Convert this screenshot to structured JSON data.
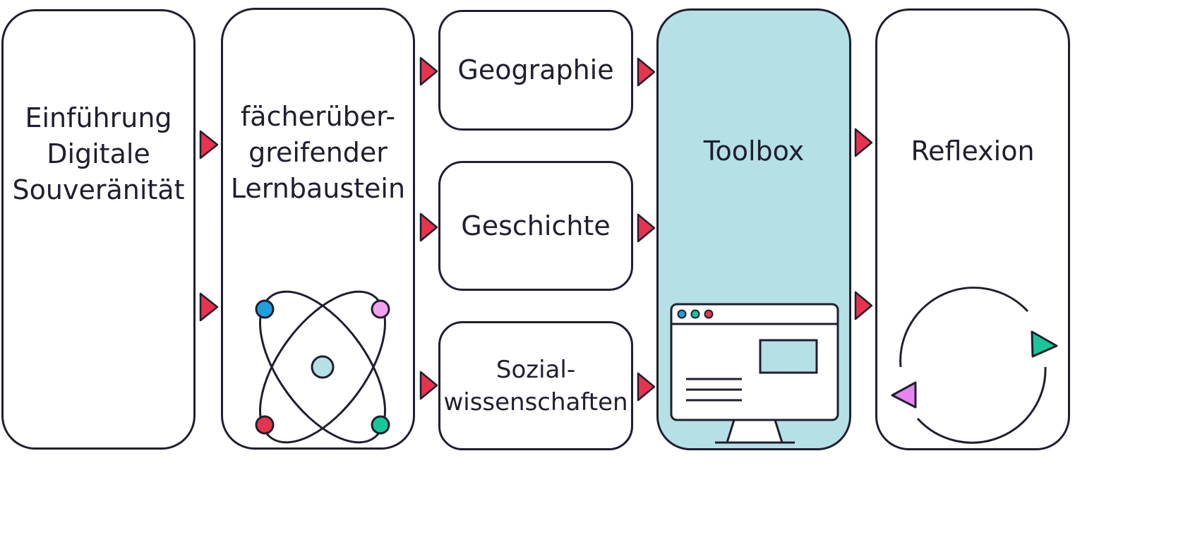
{
  "stages": {
    "einfuehrung": "Einführung\nDigitale\nSouveränität",
    "lernbaustein": "fächerüber-\ngreifender\nLernbaustein",
    "geographie": "Geographie",
    "geschichte": "Geschichte",
    "sozial": "Sozial-\nwissenschaften",
    "toolbox": "Toolbox",
    "reflexion": "Reflexion"
  },
  "icons": {
    "lernbaustein": "atom-icon",
    "toolbox": "computer-monitor-icon",
    "reflexion": "cycle-arrows-icon"
  },
  "colors": {
    "stroke": "#1f1f2e",
    "arrow": "#e8334f",
    "highlight": "#b5e0e6",
    "blue": "#1e9fe0",
    "pink": "#f5a0ee",
    "red": "#e8334f",
    "green": "#17c79a",
    "violet": "#e685f0"
  }
}
